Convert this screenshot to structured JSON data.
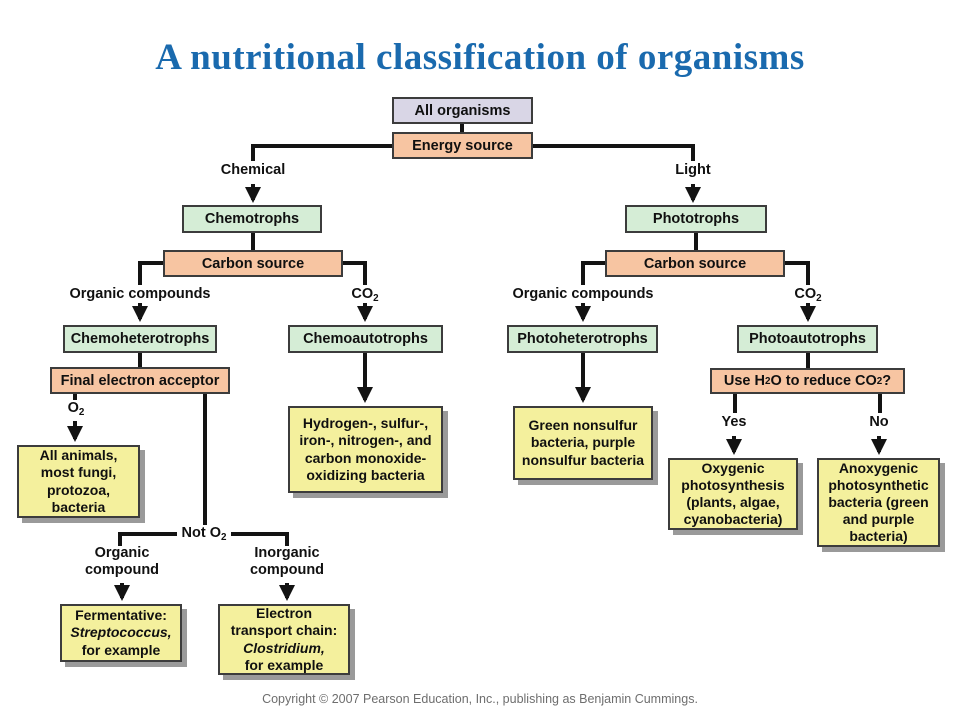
{
  "title": "A nutritional classification of organisms",
  "copyright": "Copyright © 2007 Pearson Education, Inc., publishing as Benjamin Cummings.",
  "colors": {
    "title_blue": "#1a6aae",
    "lavender": "#d9d6e6",
    "salmon": "#f7c5a2",
    "green": "#d5edd6",
    "yellow": "#f4f09d",
    "border_dark": "#3c3c3c",
    "shadow_gray": "#9a9a9a",
    "line_black": "#131313",
    "text_black": "#101010",
    "copyright_gray": "#6e6e6e"
  },
  "nodes": {
    "all_organisms": "All organisms",
    "energy_source": "Energy source",
    "chemotrophs": "Chemotrophs",
    "phototrophs": "Phototrophs",
    "carbon_source_left": "Carbon source",
    "carbon_source_right": "Carbon source",
    "chemoheterotrophs": "Chemoheterotrophs",
    "chemoautotrophs": "Chemoautotrophs",
    "photoheterotrophs": "Photoheterotrophs",
    "photoautotrophs": "Photoautotrophs",
    "final_electron_acceptor": "Final electron acceptor",
    "use_h2o": {
      "t1": "Use H",
      "s1": "2",
      "t2": "O to reduce CO",
      "s2": "2",
      "t3": "?"
    },
    "all_animals": "All animals, most fungi, protozoa, bacteria",
    "hydrogen_oxidizers": "Hydrogen-, sulfur-, iron-, nitrogen-, and carbon monoxide-oxidizing bacteria",
    "green_nonsulfur": "Green nonsulfur bacteria, purple nonsulfur bacteria",
    "oxygenic": "Oxygenic photosynthesis (plants, algae, cyanobacteria)",
    "anoxygenic": "Anoxygenic photosynthetic bacteria (green and purple bacteria)",
    "fermentative": {
      "l1": "Fermentative:",
      "l2_italic": "Streptococcus,",
      "l3": "for example"
    },
    "electron_transport": {
      "l1": "Electron transport chain:",
      "l2_italic": "Clostridium,",
      "l3": "for example"
    }
  },
  "edge_labels": {
    "chemical": "Chemical",
    "light": "Light",
    "organic_compounds_left": "Organic compounds",
    "co2_left": {
      "t": "CO",
      "s": "2"
    },
    "organic_compounds_right": "Organic compounds",
    "co2_right": {
      "t": "CO",
      "s": "2"
    },
    "o2": {
      "t": "O",
      "s": "2"
    },
    "not_o2": {
      "t": "Not O",
      "s": "2"
    },
    "yes": "Yes",
    "no": "No",
    "organic_compound": "Organic compound",
    "inorganic_compound": "Inorganic compound"
  }
}
